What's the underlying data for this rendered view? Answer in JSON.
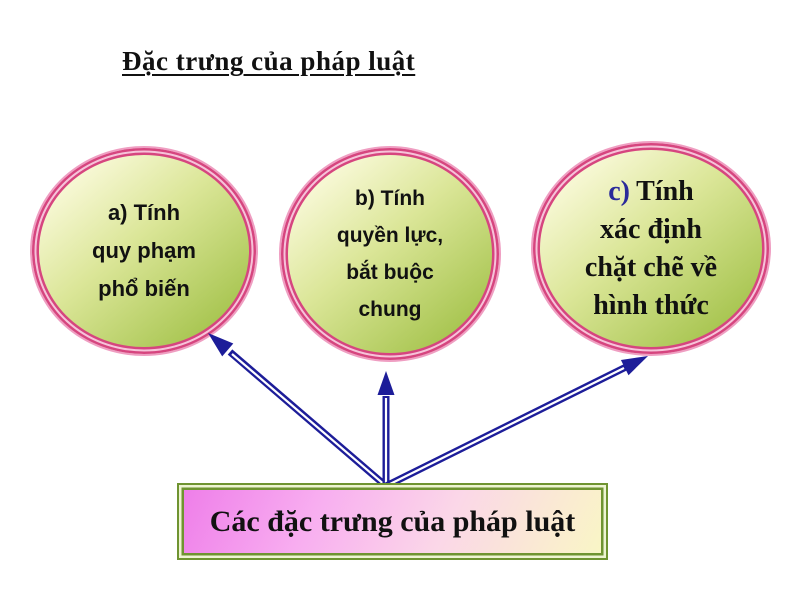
{
  "title": "Đặc trưng của pháp luật",
  "circles": [
    {
      "name": "a",
      "lines": [
        "a)  Tính",
        "quy phạm",
        "phổ biến"
      ]
    },
    {
      "name": "b",
      "lines": [
        "b) Tính",
        "quyền lực,",
        "bắt buộc",
        "chung"
      ]
    },
    {
      "name": "c",
      "line1_prefix": "c)",
      "line1_rest": "Tính",
      "lines": [
        "xác định",
        "chặt chẽ về",
        "hình thức"
      ]
    }
  ],
  "box": {
    "label": "Các đặc trưng của pháp luật"
  },
  "colors": {
    "circle_border": "#d6457f",
    "circle_fill_light": "#f6f7d2",
    "circle_fill_dark": "#a3c24a",
    "arrow": "#1d1d99",
    "box_border": "#6f9431",
    "box_fill_pink": "#ee7ce9",
    "box_fill_cream": "#f9f7c4",
    "c_prefix": "#2a2a9a",
    "text": "#111111"
  }
}
